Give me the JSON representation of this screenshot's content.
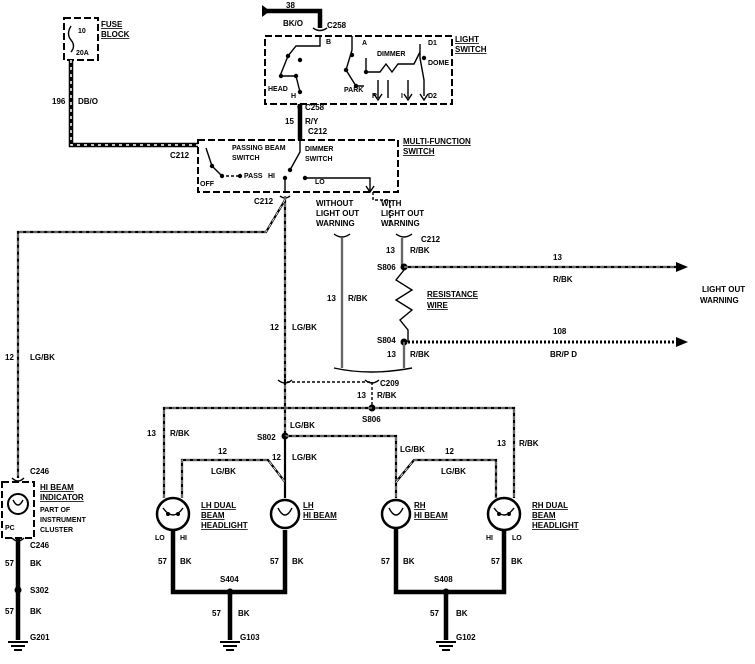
{
  "fuse_block": {
    "label_1": "FUSE",
    "label_2": "BLOCK",
    "amp": "20A",
    "num": "10"
  },
  "wire_196": {
    "circuit": "196",
    "color": "DB/O"
  },
  "top_wire": {
    "circuit": "38",
    "color": "BK/O",
    "connector": "C258"
  },
  "light_switch": {
    "label_1": "LIGHT",
    "label_2": "SWITCH",
    "b": "B",
    "a": "A",
    "d1": "D1",
    "d2": "D2",
    "dimmer": "DIMMER",
    "dome": "DOME",
    "head": "HEAD",
    "park": "PARK",
    "h": "H",
    "r": "R",
    "i": "I"
  },
  "c258_bottom": {
    "connector": "C258",
    "circuit": "15",
    "color": "R/Y",
    "connector2": "C212"
  },
  "multi_function_switch": {
    "label_1": "MULTI-FUNCTION",
    "label_2": "SWITCH",
    "passing_1": "PASSING BEAM",
    "passing_2": "SWITCH",
    "dimmer_1": "DIMMER",
    "dimmer_2": "SWITCH",
    "off": "OFF",
    "pass": "PASS",
    "hi": "HI",
    "lo": "LO",
    "connector_left": "C212",
    "connector_bottom": "C212"
  },
  "warning_options": {
    "without_1": "WITHOUT",
    "without_2": "LIGHT OUT",
    "without_3": "WARNING",
    "with_1": "WITH",
    "with_2": "LIGHT OUT",
    "with_3": "WARNING"
  },
  "right_side": {
    "c212": "C212",
    "w13_rbk_a": "13",
    "w13_rbk_a_color": "R/BK",
    "s806": "S806",
    "w13_out": "13",
    "w13_out_color": "R/BK",
    "light_out_1": "LIGHT OUT",
    "light_out_2": "WARNING",
    "resistance_1": "RESISTANCE",
    "resistance_2": "WIRE",
    "s804": "S804",
    "w108": "108",
    "w108_color": "BR/P D",
    "w13_b": "13",
    "w13_b_color": "R/BK",
    "w13_left": "13",
    "w13_left_color": "R/BK"
  },
  "center": {
    "c209": "C209",
    "w13_c": "13",
    "w13_c_color": "R/BK",
    "s806b": "S806",
    "w12_lgbk": "12",
    "w12_lgbk_color": "LG/BK",
    "s802": "S802",
    "w12_lgbk_b": "12",
    "w12_lgbk_b_color": "LG/BK",
    "w12_lgbk_c": "12",
    "w12_lgbk_c_color": "LG/BK"
  },
  "left_side": {
    "w12": "12",
    "w12_color": "LG/BK",
    "c246_top": "C246",
    "hi_beam_1": "HI BEAM",
    "hi_beam_2": "INDICATOR",
    "part_1": "PART OF",
    "part_2": "INSTRUMENT",
    "part_3": "CLUSTER",
    "pc": "PC",
    "c246_bot": "C246",
    "w57_a": "57",
    "w57_a_color": "BK",
    "s302": "S302",
    "w57_b": "57",
    "w57_b_color": "BK",
    "g201": "G201"
  },
  "lh_headlights": {
    "w13": "13",
    "w13_color": "R/BK",
    "w12": "12",
    "w12_color": "LG/BK",
    "dual_1": "LH DUAL",
    "dual_2": "BEAM",
    "dual_3": "HEADLIGHT",
    "hi_1": "LH",
    "hi_2": "HI BEAM",
    "lo": "LO",
    "hi": "HI",
    "w57_a": "57",
    "w57_a_color": "BK",
    "w57_b": "57",
    "w57_b_color": "BK",
    "s404": "S404",
    "w57_c": "57",
    "w57_c_color": "BK",
    "g103": "G103"
  },
  "rh_headlights": {
    "w12_lgbk": "LG/BK",
    "w12": "12",
    "w12_lgbk2": "LG/BK",
    "w13": "13",
    "w13_color": "R/BK",
    "dual_1": "RH DUAL",
    "dual_2": "BEAM",
    "dual_3": "HEADLIGHT",
    "hi_1": "RH",
    "hi_2": "HI BEAM",
    "hi": "HI",
    "lo": "LO",
    "w57_a": "57",
    "w57_a_color": "BK",
    "w57_b": "57",
    "w57_b_color": "BK",
    "s408": "S408",
    "w57_c": "57",
    "w57_c_color": "BK",
    "g102": "G102"
  }
}
